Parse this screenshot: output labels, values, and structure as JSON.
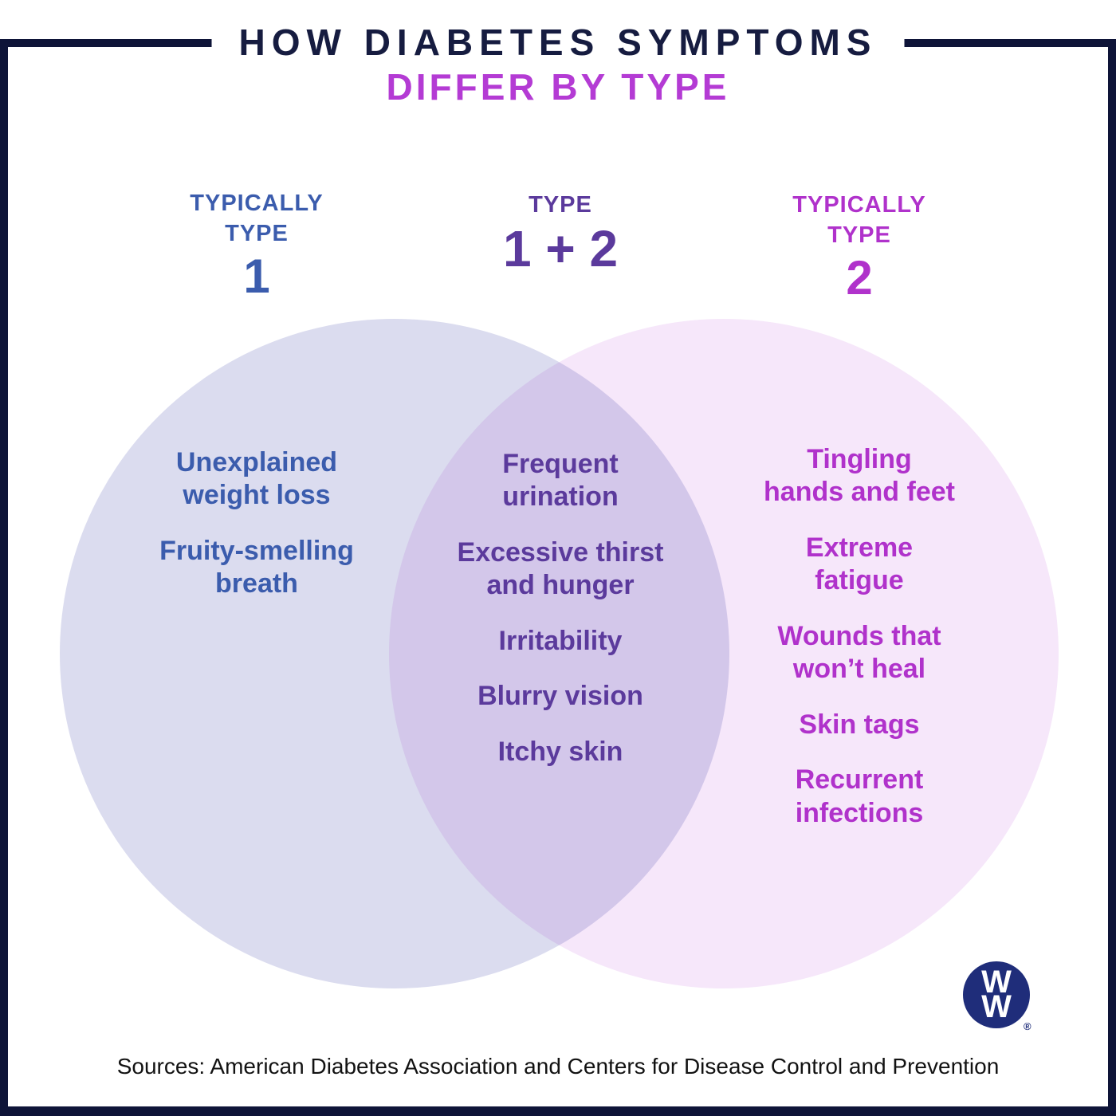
{
  "title": {
    "line1": "HOW DIABETES SYMPTOMS",
    "line2": "DIFFER BY TYPE"
  },
  "headers": {
    "left": {
      "line1": "TYPICALLY",
      "line2": "TYPE",
      "big": "1"
    },
    "middle": {
      "line1": "TYPE",
      "big": "1 + 2"
    },
    "right": {
      "line1": "TYPICALLY",
      "line2": "TYPE",
      "big": "2"
    }
  },
  "venn": {
    "left": {
      "items": [
        "Unexplained\nweight loss",
        "Fruity-smelling\nbreath"
      ]
    },
    "middle": {
      "items": [
        "Frequent\nurination",
        "Excessive thirst\nand hunger",
        "Irritability",
        "Blurry vision",
        "Itchy skin"
      ]
    },
    "right": {
      "items": [
        "Tingling\nhands and feet",
        "Extreme\nfatigue",
        "Wounds that\nwon’t heal",
        "Skin tags",
        "Recurrent\ninfections"
      ]
    }
  },
  "logo": {
    "w_top": "W",
    "w_bottom": "W",
    "registered": "®"
  },
  "footer": {
    "sources": "Sources: American Diabetes Association and Centers for Disease Control and Prevention"
  },
  "colors": {
    "frame_navy": "#0E1438",
    "title_navy": "#161C40",
    "title_magenta": "#B43BD4",
    "type1_blue": "#3B5CAD",
    "both_purple": "#5B3A9C",
    "type2_magenta": "#B032CB",
    "circle_left_fill": "#DBDCEF",
    "circle_right_fill": "#F6E7FA",
    "overlap_fill": "#D3C7EA",
    "ww_logo_navy": "#1F2D7A"
  }
}
